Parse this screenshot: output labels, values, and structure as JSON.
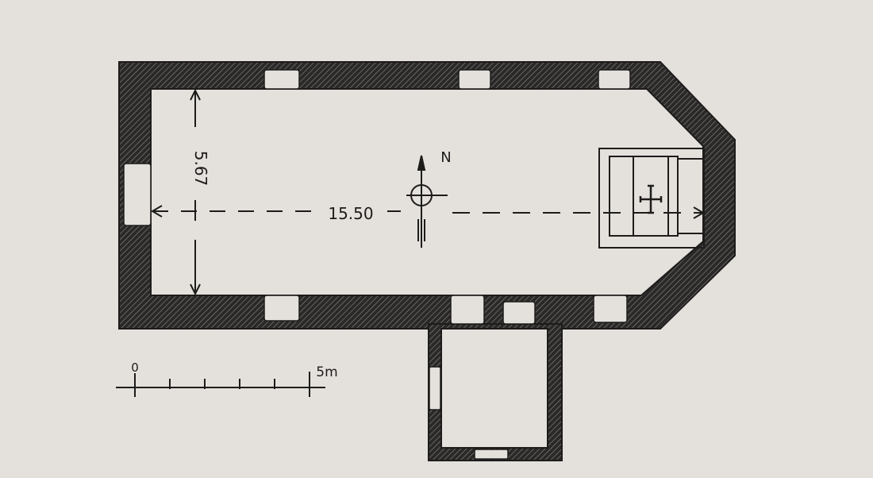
{
  "plan": {
    "length_label": "15.50",
    "width_label": "5.67",
    "north_label": "N"
  },
  "scale_bar": {
    "start_label": "0",
    "end_label": "5m"
  },
  "colors": {
    "paper": "#e4e1dc",
    "ink": "#1d1c1b"
  }
}
